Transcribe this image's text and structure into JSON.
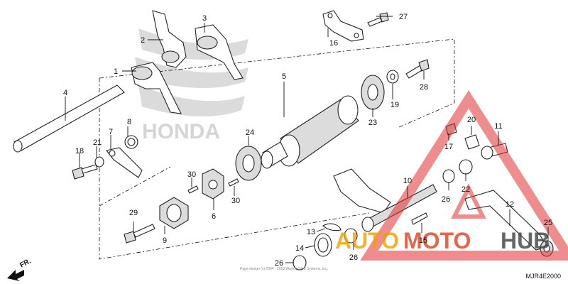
{
  "parts": [
    {
      "number": "1"
    },
    {
      "number": "2"
    },
    {
      "number": "3"
    },
    {
      "number": "4"
    },
    {
      "number": "5"
    },
    {
      "number": "6"
    },
    {
      "number": "7"
    },
    {
      "number": "8"
    },
    {
      "number": "9"
    },
    {
      "number": "10"
    },
    {
      "number": "11"
    },
    {
      "number": "12"
    },
    {
      "number": "13"
    },
    {
      "number": "14"
    },
    {
      "number": "15"
    },
    {
      "number": "16"
    },
    {
      "number": "17"
    },
    {
      "number": "18"
    },
    {
      "number": "19"
    },
    {
      "number": "20"
    },
    {
      "number": "21"
    },
    {
      "number": "22"
    },
    {
      "number": "23"
    },
    {
      "number": "24"
    },
    {
      "number": "25"
    },
    {
      "number": "26"
    },
    {
      "number": "26"
    },
    {
      "number": "26"
    },
    {
      "number": "27"
    },
    {
      "number": "28"
    },
    {
      "number": "29"
    },
    {
      "number": "30"
    },
    {
      "number": "30"
    }
  ],
  "direction_marker": "FR.",
  "diagram_code": "MJR4E2000",
  "copyright": "Page design (c) 2004 - 2019 Waylog Web Systems, Inc.",
  "background_logo": "HONDA",
  "watermark": {
    "part1": "AUTO",
    "part2": "MOTO",
    "part3": "HUB",
    "colors": {
      "auto": "#f0a000",
      "moto": "#e04020",
      "hub": "#404040",
      "triangle": "#e03030"
    }
  }
}
